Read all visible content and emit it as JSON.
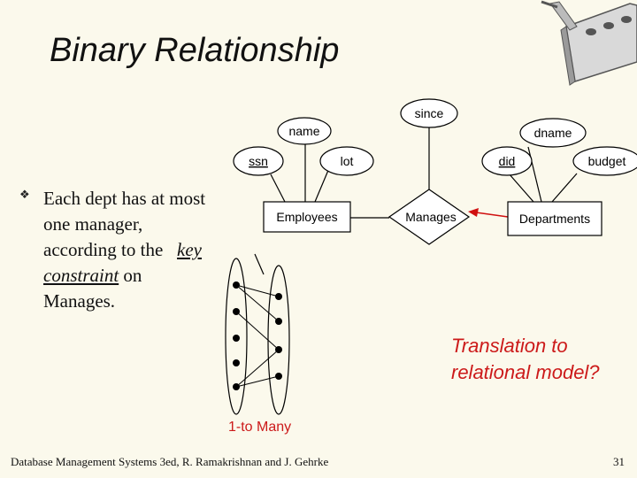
{
  "title": "Binary Relationship",
  "diagram": {
    "attributes": {
      "since": "since",
      "name": "name",
      "dname": "dname",
      "ssn": "ssn",
      "lot": "lot",
      "did": "did",
      "budget": "budget"
    },
    "entities": {
      "employees": "Employees",
      "departments": "Departments"
    },
    "relationship": "Manages"
  },
  "bullet": {
    "line1": "Each dept has at most",
    "line2": "one manager,",
    "line3": "according to the",
    "key": "key",
    "constraint": "constraint",
    "on": "on",
    "line5": "Manages."
  },
  "translation": {
    "line1": "Translation to",
    "line2": "relational model?"
  },
  "mapping_label": "1-to Many",
  "footer": "Database Management Systems 3ed,  R. Ramakrishnan and J. Gehrke",
  "page_number": "31",
  "colors": {
    "background": "#fbf9ec",
    "accent_red": "#cc1a1a",
    "arrow_red": "#d01010"
  }
}
